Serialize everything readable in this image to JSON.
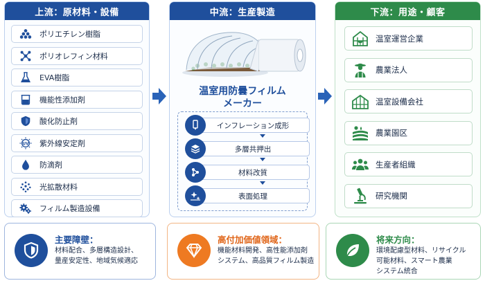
{
  "upstream": {
    "title": "上流：原材料・設備",
    "items": [
      {
        "label": "ポリエチレン樹脂",
        "icon": "pellets-icon"
      },
      {
        "label": "ポリオレフィン材料",
        "icon": "molecule-icon"
      },
      {
        "label": "EVA樹脂",
        "icon": "flask-icon"
      },
      {
        "label": "機能性添加剤",
        "icon": "beaker-icon"
      },
      {
        "label": "酸化防止剤",
        "icon": "shield-icon"
      },
      {
        "label": "紫外線安定剤",
        "icon": "uv-icon"
      },
      {
        "label": "防滴剤",
        "icon": "droplet-icon"
      },
      {
        "label": "光拡散材料",
        "icon": "dots-icon"
      },
      {
        "label": "フィルム製造設備",
        "icon": "gears-icon"
      }
    ]
  },
  "midstream": {
    "title": "中流：生産製造",
    "maker_line1": "温室用防曇フィルム",
    "maker_line2": "メーカー",
    "processes": [
      {
        "label": "インフレーション成形",
        "icon": "extruder-icon"
      },
      {
        "label": "多層共押出",
        "icon": "layers-icon"
      },
      {
        "label": "材料改質",
        "icon": "nodes-icon"
      },
      {
        "label": "表面処理",
        "icon": "sparkle-icon"
      }
    ]
  },
  "downstream": {
    "title": "下流：用途・顧客",
    "items": [
      {
        "label": "温室運営企業",
        "icon": "greenhouse-icon"
      },
      {
        "label": "農業法人",
        "icon": "farmer-icon"
      },
      {
        "label": "温室設備会社",
        "icon": "greenhouse-frame-icon"
      },
      {
        "label": "農業園区",
        "icon": "farmland-icon"
      },
      {
        "label": "生産者組織",
        "icon": "people-icon"
      },
      {
        "label": "研究機関",
        "icon": "microscope-icon"
      }
    ]
  },
  "cards": {
    "barriers": {
      "title": "主要障壁：",
      "lines": [
        "材料配合、多層構造設計、",
        "量産安定性、地域気候適応"
      ],
      "icon": "shield-icon"
    },
    "value": {
      "title": "高付加価値領域：",
      "lines": [
        "機能材料開発、高性能添加剤",
        "システム、高品質フィルム製造"
      ],
      "icon": "diamond-icon"
    },
    "future": {
      "title": "将来方向：",
      "lines": [
        "環境配慮型材料、リサイクル",
        "可能材料、スマート農業",
        "システム統合"
      ],
      "icon": "leaf-icon"
    }
  },
  "colors": {
    "navy": "#1f4f9c",
    "green": "#2e8b4a",
    "orange": "#ee7a22"
  }
}
